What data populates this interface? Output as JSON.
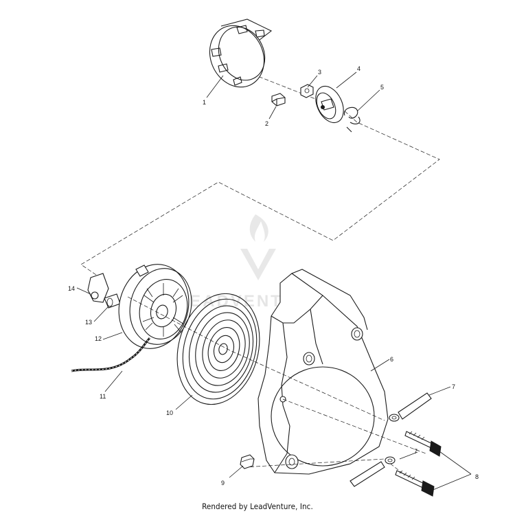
{
  "diagram": {
    "callouts": [
      {
        "id": "c1",
        "label": "1"
      },
      {
        "id": "c2",
        "label": "2"
      },
      {
        "id": "c3",
        "label": "3"
      },
      {
        "id": "c4",
        "label": "4"
      },
      {
        "id": "c5",
        "label": "5"
      },
      {
        "id": "c6",
        "label": "6"
      },
      {
        "id": "c7a",
        "label": "7"
      },
      {
        "id": "c7b",
        "label": "7"
      },
      {
        "id": "c8",
        "label": "8"
      },
      {
        "id": "c9",
        "label": "9"
      },
      {
        "id": "c10",
        "label": "10"
      },
      {
        "id": "c11",
        "label": "11"
      },
      {
        "id": "c12",
        "label": "12"
      },
      {
        "id": "c13",
        "label": "13"
      },
      {
        "id": "c14",
        "label": "14"
      }
    ],
    "watermark": "LEADVENTURE",
    "colors": {
      "line": "#1a1a1a",
      "watermark": "#e3e3e3"
    }
  },
  "footer": {
    "text": "Rendered by LeadVenture, Inc."
  }
}
